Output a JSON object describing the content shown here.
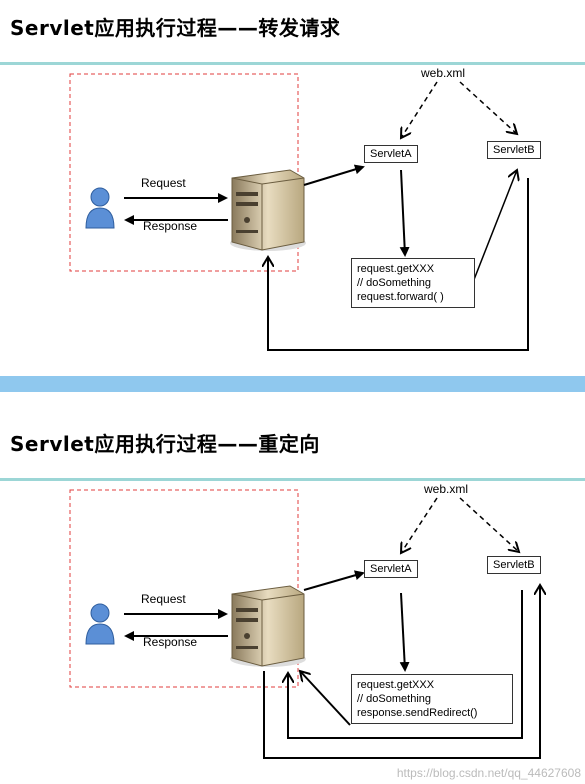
{
  "forward": {
    "title": "Servlet应用执行过程——转发请求",
    "web_xml": "web.xml",
    "servlet_a": "ServletA",
    "servlet_b": "ServletB",
    "request_label": "Request",
    "response_label": "Response",
    "code_lines": [
      "request.getXXX",
      "// doSomething",
      "request.forward(  )"
    ]
  },
  "redirect": {
    "title": "Servlet应用执行过程——重定向",
    "web_xml": "web.xml",
    "servlet_a": "ServletA",
    "servlet_b": "ServletB",
    "request_label": "Request",
    "response_label": "Response",
    "code_lines": [
      "request.getXXX",
      "// doSomething",
      "response.sendRedirect()"
    ]
  },
  "colors": {
    "rule": "#9cd6d6",
    "band": "#8fc8ee",
    "client_box_border": "#e03c3c",
    "user": "#5b8fd6"
  },
  "watermark": "https://blog.csdn.net/qq_44627608"
}
